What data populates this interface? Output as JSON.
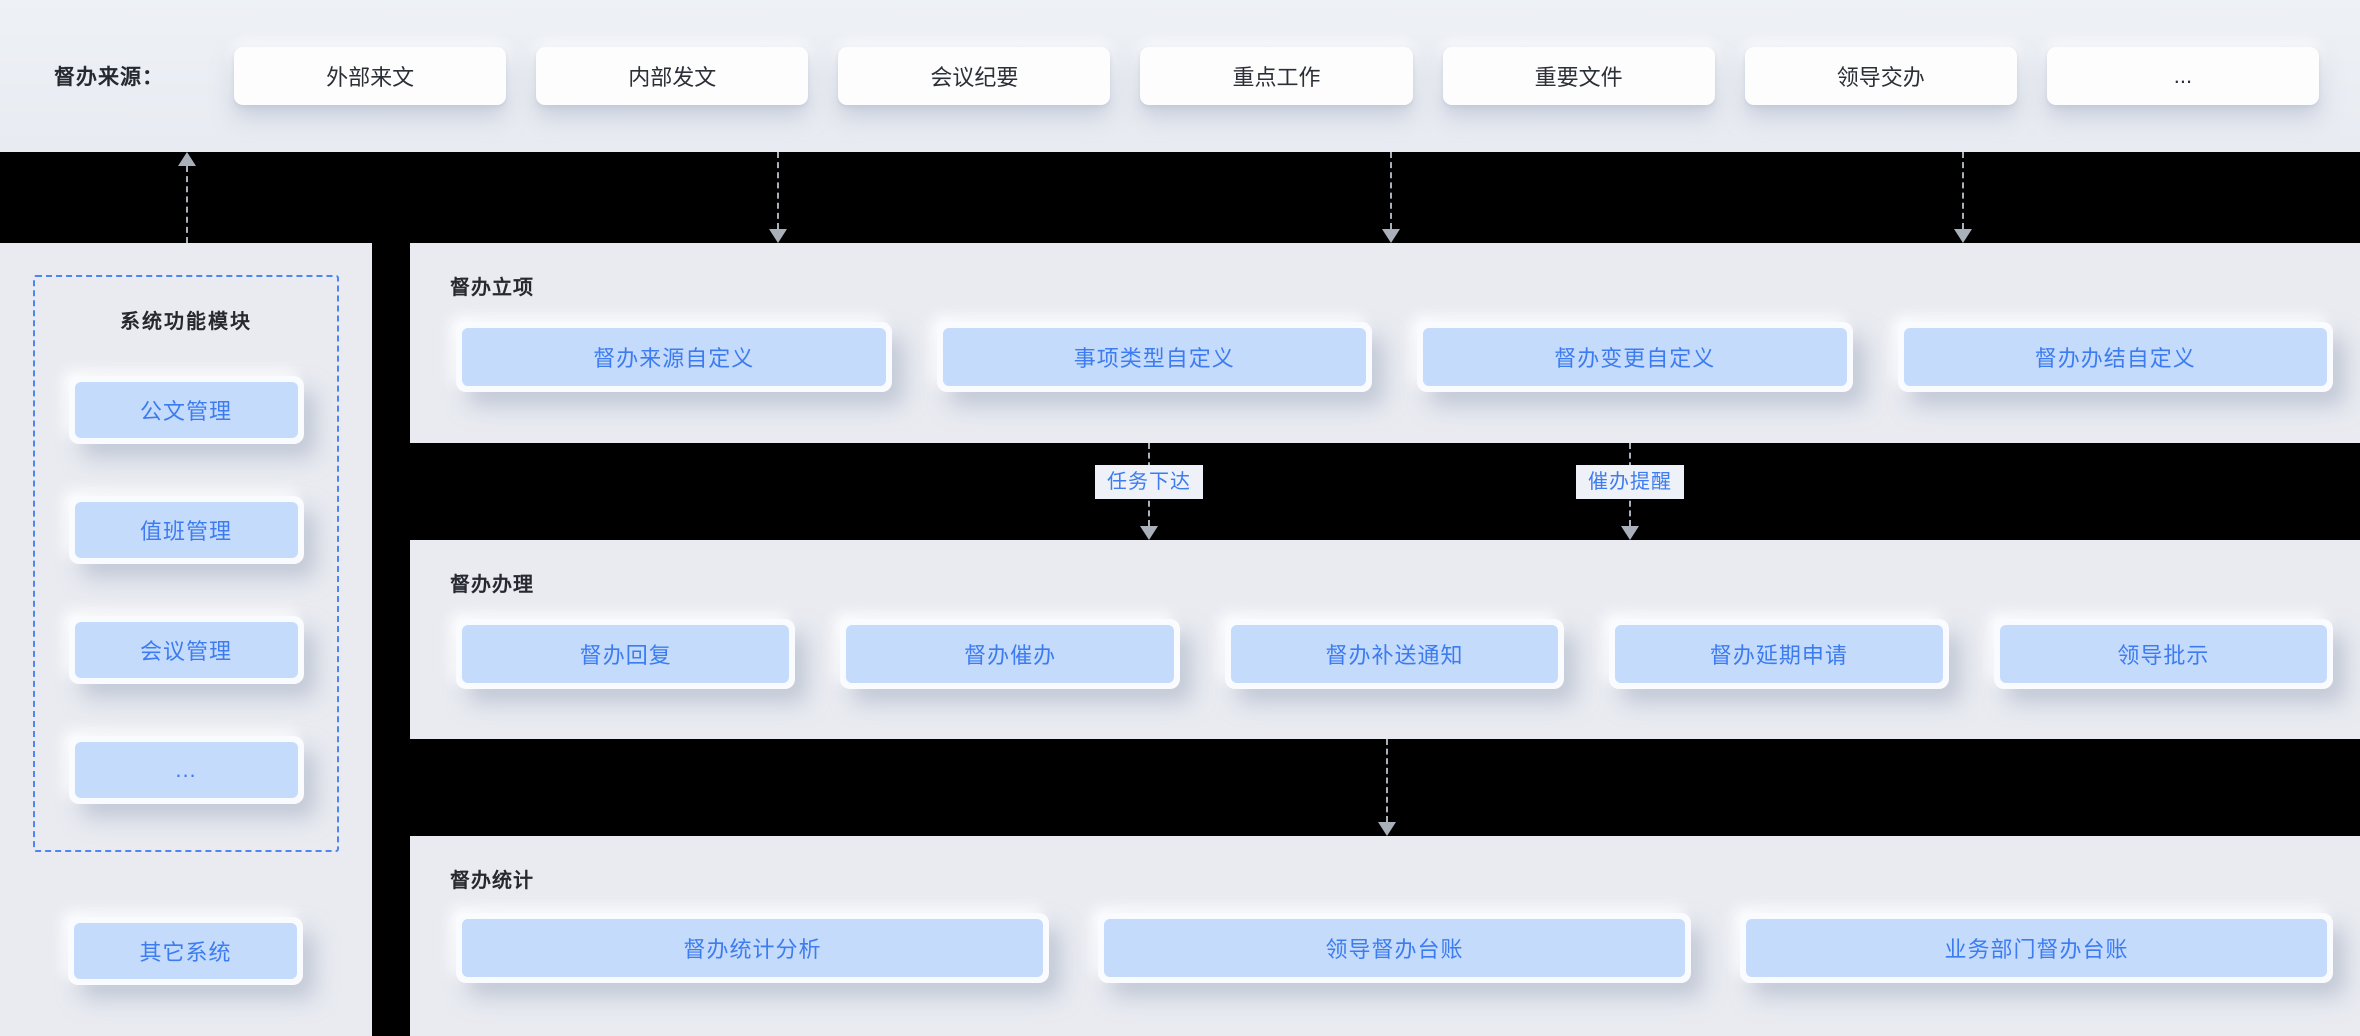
{
  "top": {
    "label": "督办来源：",
    "sources": [
      "外部来文",
      "内部发文",
      "会议纪要",
      "重点工作",
      "重要文件",
      "领导交办",
      "..."
    ]
  },
  "sidebar": {
    "title": "系统功能模块",
    "modules": [
      "公文管理",
      "值班管理",
      "会议管理",
      "..."
    ],
    "external": "其它系统"
  },
  "panels": [
    {
      "title": "督办立项",
      "items": [
        "督办来源自定义",
        "事项类型自定义",
        "督办变更自定义",
        "督办办结自定义"
      ]
    },
    {
      "title": "督办办理",
      "items": [
        "督办回复",
        "督办催办",
        "督办补送通知",
        "督办延期申请",
        "领导批示"
      ]
    },
    {
      "title": "督办统计",
      "items": [
        "督办统计分析",
        "领导督办台账",
        "业务部门督办台账"
      ]
    }
  ],
  "flow_labels": [
    "任务下达",
    "催办提醒"
  ],
  "colors": {
    "accent_blue": "#3d7cf0",
    "button_fill": "#c5dbfb",
    "panel_bg": "#e9ebf1",
    "arrow_gray": "#a9b0ba",
    "title_dark": "#26292f",
    "canvas_bg": "#000000"
  }
}
